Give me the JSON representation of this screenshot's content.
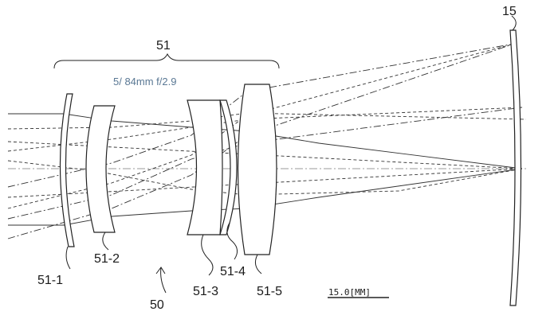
{
  "diagram": {
    "group_label": "51",
    "spec_text": "5/ 84mm f/2.9",
    "image_plane_label": "15",
    "system_label": "50",
    "scale_bar_label": "15.0[MM]",
    "lens_labels": {
      "lens1": "51-1",
      "lens2": "51-2",
      "lens3": "51-3",
      "lens4": "51-4",
      "lens5": "51-5"
    }
  }
}
